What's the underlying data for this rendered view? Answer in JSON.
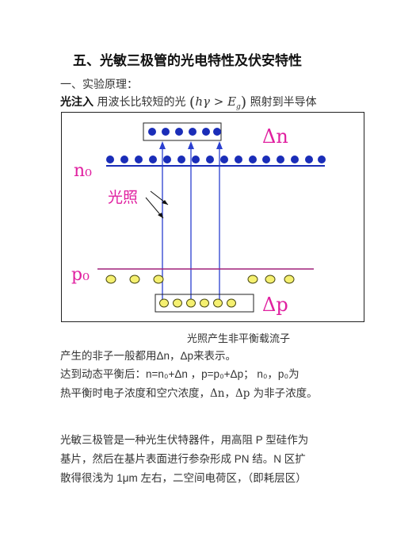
{
  "title": "五、光敏三极管的光电特性及伏安特性",
  "section": "一、实验原理：",
  "intro": {
    "label": "光注入",
    "text_before": "用波长比较短的光",
    "formula_h": "h",
    "formula_gamma": "γ",
    "formula_gt": " > ",
    "formula_E": "E",
    "formula_sub": "g",
    "text_after": "照射到半导体"
  },
  "figure": {
    "label_delta_n": "Δn",
    "label_n0": "n₀",
    "label_light": "光照",
    "label_p0": "p₀",
    "label_delta_p": "Δp",
    "colors": {
      "electron": "#1a2db8",
      "hole_fill": "#f5f070",
      "hole_stroke": "#4a4a10",
      "arrow": "#2a3fd0",
      "label": "#e020a0",
      "conduction_line": "#1a2db8",
      "valence_line": "#a0207a"
    }
  },
  "caption": "光照产生非平衡载流子",
  "body": {
    "line1_a": "产生的非子一般都用",
    "line1_b": "Δn，Δp",
    "line1_c": "来表示。",
    "line2_a": "达到动态平衡后：",
    "line2_b": "n=n₀+Δn ，p=p₀+Δp； n₀，p₀",
    "line2_c": "为",
    "line3": "热平衡时电子浓度和空穴浓度，Δn，Δp 为非子浓度。",
    "line4_a": "光敏三极管是一种光生伏特器件，用高阻",
    "line4_b": " P ",
    "line4_c": "型硅作为",
    "line5_a": "基片，然后在基片表面进行参杂形成",
    "line5_b": " PN ",
    "line5_c": "结。",
    "line5_d": "N ",
    "line5_e": "区扩",
    "line6_a": "散得很浅为",
    "line6_b": " 1μm ",
    "line6_c": "左右，二空间电荷区，（即耗层区）"
  }
}
